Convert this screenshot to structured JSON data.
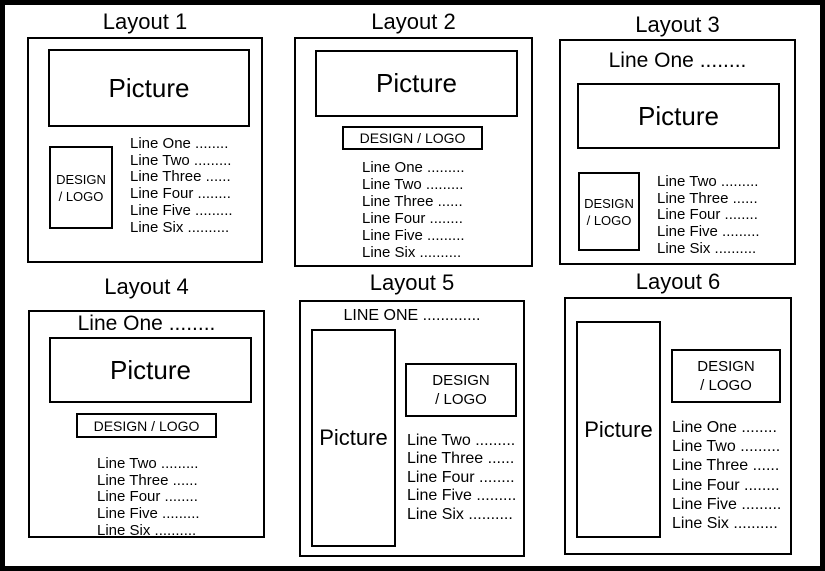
{
  "colors": {
    "ink": "#000000",
    "paper": "#ffffff"
  },
  "layouts": [
    {
      "title": "Layout 1",
      "picture": "Picture",
      "logo_lines": [
        "DESIGN",
        "/ LOGO"
      ],
      "lines": [
        "Line One ........",
        "Line Two .........",
        "Line Three ......",
        "Line Four ........",
        "Line Five .........",
        "Line Six .........."
      ]
    },
    {
      "title": "Layout 2",
      "picture": "Picture",
      "logo_lines": [
        "DESIGN / LOGO"
      ],
      "lines": [
        "Line One .........",
        "Line Two .........",
        "Line Three ......",
        "Line Four ........",
        "Line Five .........",
        "Line Six .........."
      ]
    },
    {
      "title": "Layout 3",
      "header": "Line One ........",
      "picture": "Picture",
      "logo_lines": [
        "DESIGN",
        "/ LOGO"
      ],
      "lines": [
        "Line Two .........",
        "Line Three ......",
        "Line Four ........",
        "Line Five .........",
        "Line Six .........."
      ]
    },
    {
      "title": "Layout 4",
      "header": "Line One ........",
      "picture": "Picture",
      "logo_lines": [
        "DESIGN / LOGO"
      ],
      "lines": [
        "Line Two .........",
        "Line Three ......",
        "Line Four ........",
        "Line Five .........",
        "Line Six .........."
      ]
    },
    {
      "title": "Layout 5",
      "header": "LINE ONE .............",
      "picture": "Picture",
      "logo_lines": [
        "DESIGN",
        "/ LOGO"
      ],
      "lines": [
        "Line Two .........",
        "Line Three ......",
        "Line Four ........",
        "Line Five .........",
        "Line Six .........."
      ]
    },
    {
      "title": "Layout 6",
      "picture": "Picture",
      "logo_lines": [
        "DESIGN",
        "/ LOGO"
      ],
      "lines": [
        "Line One ........",
        "Line Two .........",
        "Line Three ......",
        "Line Four ........",
        "Line Five .........",
        "Line Six .........."
      ]
    }
  ]
}
